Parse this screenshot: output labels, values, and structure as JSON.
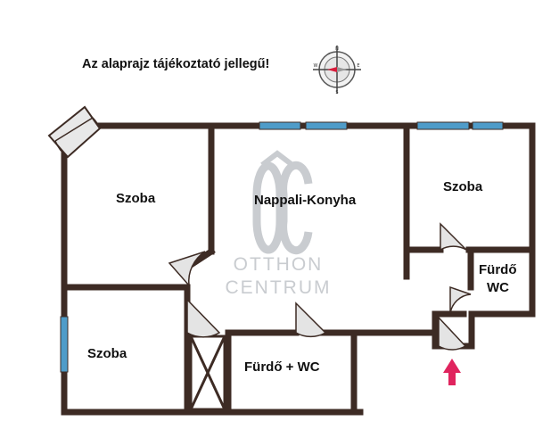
{
  "notice": "Az alaprajz tájékoztató jellegű!",
  "rooms": {
    "room_1": "Szoba",
    "room_2": "Szoba",
    "room_3": "Szoba",
    "living_kitchen": "Nappali-Konyha",
    "bathroom_large": "Fürdő + WC",
    "bathroom_small_line1": "Fürdő",
    "bathroom_small_line2": "WC"
  },
  "watermark": {
    "monogram": "OC",
    "line1": "OTTHON",
    "line2": "CENTRUM"
  },
  "compass": {
    "north": "N",
    "south": "S",
    "east": "E",
    "west": "W"
  },
  "colors": {
    "wall": "#3d2b24",
    "window": "#4f9cc9",
    "door_fill": "#e4e4e4",
    "entrance_arrow": "#e0245e",
    "compass_needle": "#d81b3a",
    "watermark": "#c9ccd0"
  },
  "icons": {
    "compass": "compass-rose-icon",
    "entrance": "entrance-arrow-icon"
  }
}
